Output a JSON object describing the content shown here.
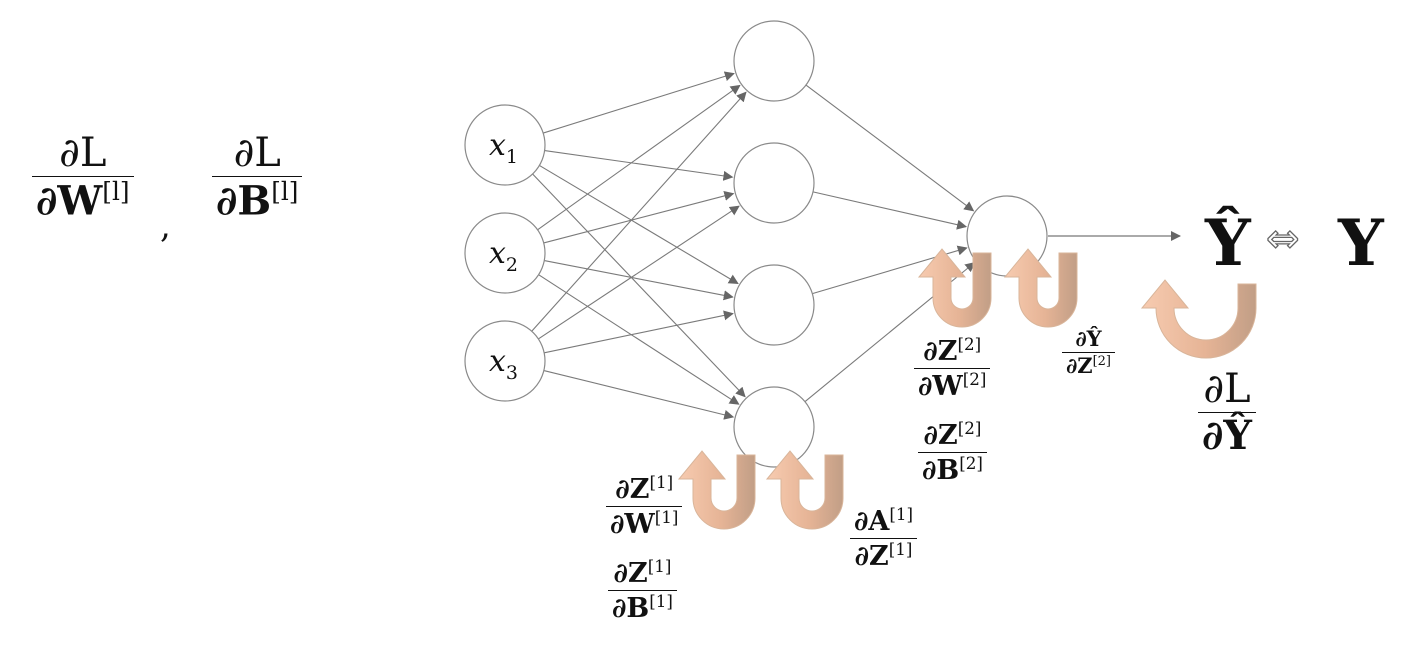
{
  "loss_gradients": {
    "dW": {
      "numerator": "∂L",
      "den_var": "∂W",
      "den_sup": "[l]"
    },
    "separator": ",",
    "dB": {
      "numerator": "∂L",
      "den_var": "∂B",
      "den_sup": "[l]"
    }
  },
  "inputs": [
    {
      "var": "x",
      "sub": "1"
    },
    {
      "var": "x",
      "sub": "2"
    },
    {
      "var": "x",
      "sub": "3"
    }
  ],
  "hidden_layer_nodes": 4,
  "output": {
    "prediction": "Ŷ",
    "target": "Y",
    "compare_arrow": "⇔"
  },
  "layer2_derivatives": {
    "dZ2_dW2": {
      "num_var": "∂Z",
      "num_sup": "[2]",
      "den_var": "∂W",
      "den_sup": "[2]"
    },
    "dZ2_dB2": {
      "num_var": "∂Z",
      "num_sup": "[2]",
      "den_var": "∂B",
      "den_sup": "[2]"
    },
    "dY_dZ2": {
      "num_var": "∂Ŷ",
      "den_var": "∂Z",
      "den_sup": "[2]"
    },
    "dL_dY": {
      "num_var": "∂L",
      "den_var": "∂Ŷ"
    }
  },
  "layer1_derivatives": {
    "dZ1_dW1": {
      "num_var": "∂Z",
      "num_sup": "[1]",
      "den_var": "∂W",
      "den_sup": "[1]"
    },
    "dZ1_dB1": {
      "num_var": "∂Z",
      "num_sup": "[1]",
      "den_var": "∂B",
      "den_sup": "[1]"
    },
    "dA1_dZ1": {
      "num_var": "∂A",
      "num_sup": "[1]",
      "den_var": "∂Z",
      "den_sup": "[1]"
    }
  },
  "colors": {
    "edge": "#7a7a7a",
    "node_stroke": "#8a8a8a",
    "curl_light": "#f5c7a9",
    "curl_dark": "#c5a38a",
    "curl_outline": "#d9b59a"
  }
}
